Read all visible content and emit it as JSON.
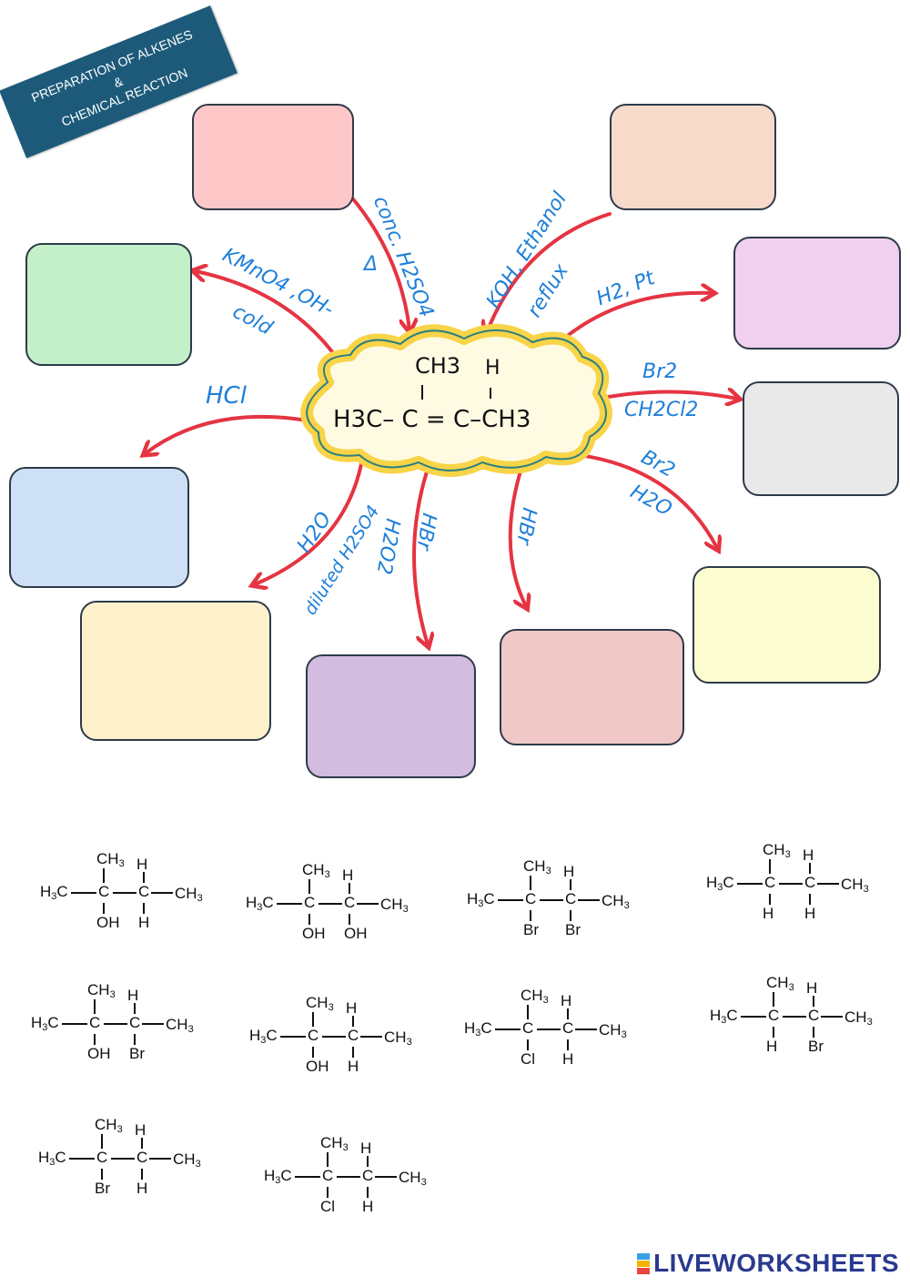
{
  "banner": {
    "line1": "PREPARATION OF ALKENES",
    "line2": "&",
    "line3": "CHEMICAL REACTION"
  },
  "center_molecule": {
    "ch3_top": "CH3",
    "h_top": "H",
    "main": "H3C– C = C–CH3"
  },
  "colors": {
    "arrow": "#e53442",
    "condition_text": "#1e7fd8",
    "cloud_glow": "#f8d448",
    "cloud_outline": "#2c8080"
  },
  "conditions": {
    "c1a": "conc. H2SO4",
    "c1b": "Δ",
    "c2a": "KOH, Ethanol",
    "c2b": "reflux",
    "c3": "KMnO4 ,OH-",
    "c3b": "cold",
    "c4": "H2, Pt",
    "c5": "HCl",
    "c6a": "Br2",
    "c6b": "CH2Cl2",
    "c7a": "Br2",
    "c7b": "H2O",
    "c8a": "H2O",
    "c8b": "diluted H2SO4",
    "c9a": "HBr",
    "c9b": "H2O2",
    "c10": "HBr"
  },
  "answer_boxes": [
    {
      "id": "a",
      "color": "#ffc8c8"
    },
    {
      "id": "b",
      "color": "#f8dacb"
    },
    {
      "id": "c",
      "color": "#c3f0c9"
    },
    {
      "id": "d",
      "color": "#f1d0ef"
    },
    {
      "id": "e",
      "color": "#e9e9e9"
    },
    {
      "id": "f",
      "color": "#cde0f5"
    },
    {
      "id": "g",
      "color": "#fdf1cc"
    },
    {
      "id": "h",
      "color": "#d2bde0"
    },
    {
      "id": "i",
      "color": "#f1c8c8"
    },
    {
      "id": "j",
      "color": "#fdfdd2"
    }
  ],
  "molecules": [
    {
      "top1": "CH3",
      "top2": "H",
      "left": "H3C",
      "right": "CH3",
      "bot1": "OH",
      "bot2": "H"
    },
    {
      "top1": "CH3",
      "top2": "H",
      "left": "H3C",
      "right": "CH3",
      "bot1": "OH",
      "bot2": "OH"
    },
    {
      "top1": "CH3",
      "top2": "H",
      "left": "H3C",
      "right": "CH3",
      "bot1": "Br",
      "bot2": "Br"
    },
    {
      "top1": "CH3",
      "top2": "H",
      "left": "H3C",
      "right": "CH3",
      "bot1": "H",
      "bot2": "H"
    },
    {
      "top1": "CH3",
      "top2": "H",
      "left": "H3C",
      "right": "CH3",
      "bot1": "OH",
      "bot2": "Br"
    },
    {
      "top1": "CH3",
      "top2": "H",
      "left": "H3C",
      "right": "CH3",
      "bot1": "OH",
      "bot2": "H"
    },
    {
      "top1": "CH3",
      "top2": "H",
      "left": "H3C",
      "right": "CH3",
      "bot1": "Cl",
      "bot2": "H"
    },
    {
      "top1": "CH3",
      "top2": "H",
      "left": "H3C",
      "right": "CH3",
      "bot1": "H",
      "bot2": "Br"
    },
    {
      "top1": "CH3",
      "top2": "H",
      "left": "H3C",
      "right": "CH3",
      "bot1": "Br",
      "bot2": "H"
    },
    {
      "top1": "CH3",
      "top2": "H",
      "left": "H3C",
      "right": "CH3",
      "bot1": "Cl",
      "bot2": "H"
    }
  ],
  "footer": {
    "brand": "LIVEWORKSHEETS"
  }
}
